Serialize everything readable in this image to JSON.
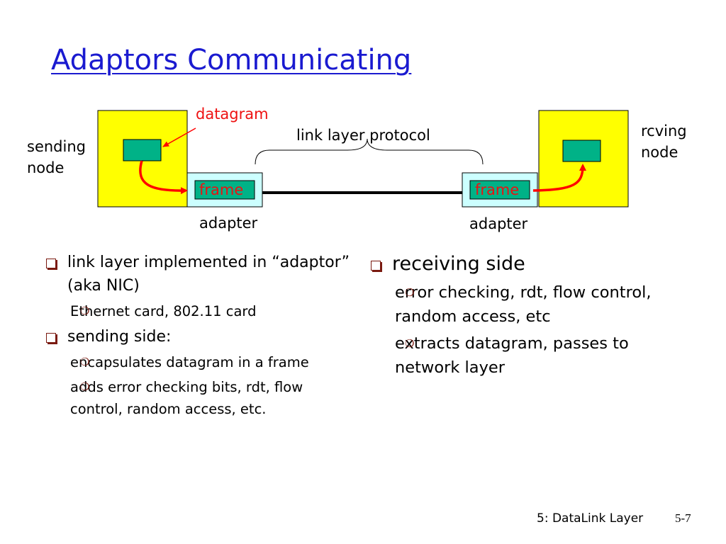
{
  "title": "Adaptors Communicating",
  "diagram": {
    "datagram_label": "datagram",
    "link_protocol_label": "link layer protocol",
    "sending_node_line1": "sending",
    "sending_node_line2": "node",
    "rcving_node_line1": "rcving",
    "rcving_node_line2": "node",
    "frame_left": "frame",
    "frame_right": "frame",
    "adapter_left": "adapter",
    "adapter_right": "adapter",
    "colors": {
      "node": "#ffff00",
      "adapter": "#ccffff",
      "datagram": "#00b287",
      "arrow": "#ff0000"
    }
  },
  "left_column": [
    {
      "text": "link layer implemented in “adaptor” (aka NIC)",
      "subs": [
        "Ethernet card, 802.11 card"
      ]
    },
    {
      "text": "sending side:",
      "subs": [
        "encapsulates datagram in a frame",
        "adds error checking bits, rdt, flow control, random access, etc."
      ]
    }
  ],
  "right_column": [
    {
      "text": "receiving side",
      "subs": [
        "error checking, rdt, flow control, random access, etc",
        "extracts datagram, passes to network layer"
      ]
    }
  ],
  "footer": {
    "chapter": "5: DataLink Layer",
    "page": "5-7"
  }
}
